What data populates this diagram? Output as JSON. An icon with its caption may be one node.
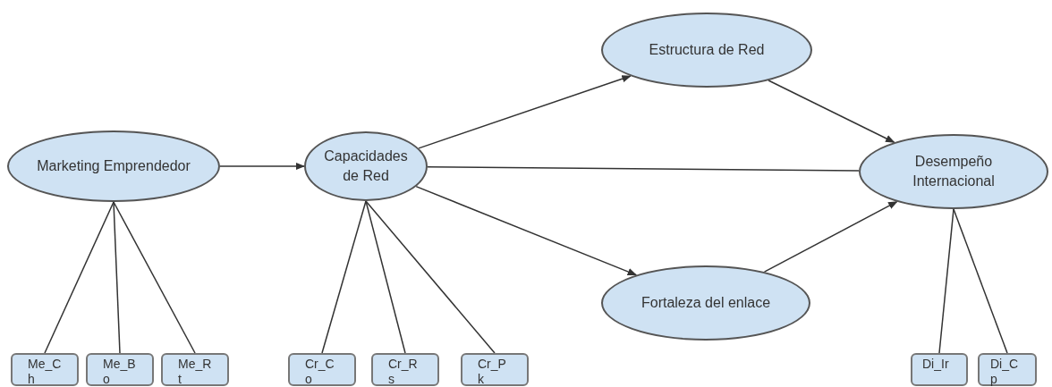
{
  "diagram": {
    "nodes": [
      {
        "text": [
          "Marketing Emprendedor"
        ]
      },
      {
        "text": [
          "Capacidades de Red"
        ]
      },
      {
        "text": [
          "Estructura de Red"
        ]
      },
      {
        "text": [
          "Desempeño Internacional"
        ]
      },
      {
        "text": [
          "Fortaleza del enlace"
        ]
      },
      {
        "text": [
          "Me_Ch"
        ]
      },
      {
        "text": [
          "Me_Bo"
        ]
      },
      {
        "text": [
          "Me_Rt"
        ]
      },
      {
        "text": [
          "Cr_Co"
        ]
      },
      {
        "text": [
          "Cr_Rs"
        ]
      },
      {
        "text": [
          "Cr_Pk"
        ]
      },
      {
        "text": [
          "Di_Ir"
        ]
      },
      {
        "text": [
          "Di_Cp"
        ]
      }
    ],
    "edges": [
      {
        "from": 0,
        "to": 1,
        "arrow": "to"
      },
      {
        "from": 1,
        "to": 2,
        "arrow": "to"
      },
      {
        "from": 1,
        "to": 3,
        "arrow": "none"
      },
      {
        "from": 1,
        "to": 4,
        "arrow": "to"
      },
      {
        "from": 2,
        "to": 3,
        "arrow": "to"
      },
      {
        "from": 4,
        "to": 3,
        "arrow": "to"
      },
      {
        "from": 0,
        "to": 5,
        "arrow": "none"
      },
      {
        "from": 0,
        "to": 6,
        "arrow": "none"
      },
      {
        "from": 0,
        "to": 7,
        "arrow": "none"
      },
      {
        "from": 1,
        "to": 8,
        "arrow": "none"
      },
      {
        "from": 1,
        "to": 9,
        "arrow": "none"
      },
      {
        "from": 1,
        "to": 10,
        "arrow": "none"
      },
      {
        "from": 3,
        "to": 11,
        "arrow": "none"
      },
      {
        "from": 3,
        "to": 12,
        "arrow": "none"
      }
    ]
  }
}
